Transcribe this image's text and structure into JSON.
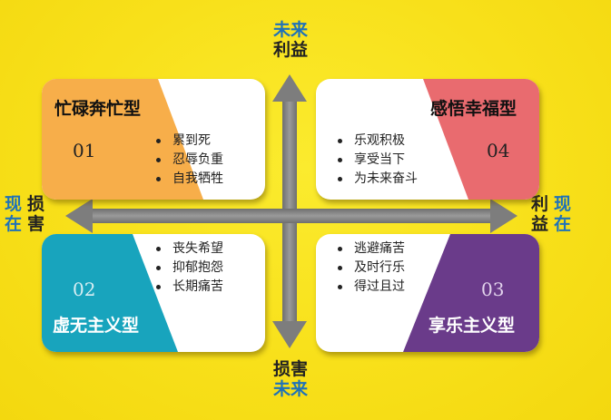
{
  "axes": {
    "top": {
      "line1": "未来",
      "line2": "利益"
    },
    "bottom": {
      "line1": "损害",
      "line2": "未来"
    },
    "left": {
      "col1": [
        "现",
        "在"
      ],
      "col2": [
        "损",
        "害"
      ]
    },
    "right": {
      "col1": [
        "利",
        "益"
      ],
      "col2": [
        "现",
        "在"
      ]
    }
  },
  "quadrants": [
    {
      "id": "top-left",
      "title": "忙碌奔忙型",
      "number": "01",
      "color": "#f7ae4a",
      "items": [
        "累到死",
        "忍辱负重",
        "自我牺牲"
      ]
    },
    {
      "id": "top-right",
      "title": "感悟幸福型",
      "number": "04",
      "color": "#e96b6f",
      "items": [
        "乐观积极",
        "享受当下",
        "为未来奋斗"
      ]
    },
    {
      "id": "bottom-left",
      "title": "虚无主义型",
      "number": "02",
      "color": "#18a4bd",
      "items": [
        "丧失希望",
        "抑郁抱怨",
        "长期痛苦"
      ]
    },
    {
      "id": "bottom-right",
      "title": "享乐主义型",
      "number": "03",
      "color": "#6a3b8a",
      "items": [
        "逃避痛苦",
        "及时行乐",
        "得过且过"
      ]
    }
  ]
}
